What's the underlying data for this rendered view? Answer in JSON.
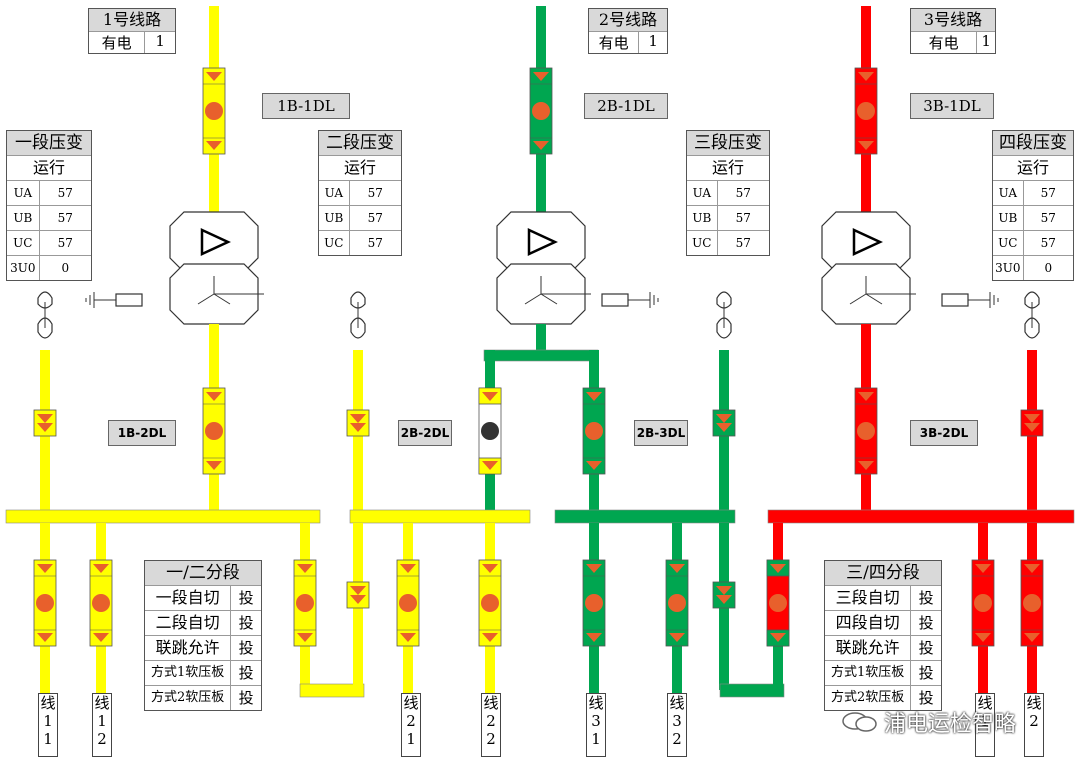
{
  "lines": [
    {
      "name": "1号线路",
      "state": "有电",
      "value": "1"
    },
    {
      "name": "2号线路",
      "state": "有电",
      "value": "1"
    },
    {
      "name": "3号线路",
      "state": "有电",
      "value": "1"
    }
  ],
  "breakers": {
    "b1": "1B-1DL",
    "b2": "2B-1DL",
    "b3": "3B-1DL",
    "l1": "1B-2DL",
    "l2": "2B-2DL",
    "l3": "2B-3DL",
    "l4": "3B-2DL"
  },
  "transformers": [
    {
      "title": "一段压变",
      "status": "运行",
      "rows": [
        {
          "k": "UA",
          "v": "57"
        },
        {
          "k": "UB",
          "v": "57"
        },
        {
          "k": "UC",
          "v": "57"
        },
        {
          "k": "3U0",
          "v": "0"
        }
      ]
    },
    {
      "title": "二段压变",
      "status": "运行",
      "rows": [
        {
          "k": "UA",
          "v": "57"
        },
        {
          "k": "UB",
          "v": "57"
        },
        {
          "k": "UC",
          "v": "57"
        }
      ]
    },
    {
      "title": "三段压变",
      "status": "运行",
      "rows": [
        {
          "k": "UA",
          "v": "57"
        },
        {
          "k": "UB",
          "v": "57"
        },
        {
          "k": "UC",
          "v": "57"
        }
      ]
    },
    {
      "title": "四段压变",
      "status": "运行",
      "rows": [
        {
          "k": "UA",
          "v": "57"
        },
        {
          "k": "UB",
          "v": "57"
        },
        {
          "k": "UC",
          "v": "57"
        },
        {
          "k": "3U0",
          "v": "0"
        }
      ]
    }
  ],
  "sections": [
    {
      "title": "一/二分段",
      "rows": [
        {
          "k": "一段自切",
          "v": "投"
        },
        {
          "k": "二段自切",
          "v": "投"
        },
        {
          "k": "联跳允许",
          "v": "投"
        },
        {
          "k": "方式1软压板",
          "v": "投"
        },
        {
          "k": "方式2软压板",
          "v": "投"
        }
      ]
    },
    {
      "title": "三/四分段",
      "rows": [
        {
          "k": "三段自切",
          "v": "投"
        },
        {
          "k": "四段自切",
          "v": "投"
        },
        {
          "k": "联跳允许",
          "v": "投"
        },
        {
          "k": "方式1软压板",
          "v": "投"
        },
        {
          "k": "方式2软压板",
          "v": "投"
        }
      ]
    }
  ],
  "feeders": [
    {
      "a": "线",
      "b": "1",
      "c": "1"
    },
    {
      "a": "线",
      "b": "1",
      "c": "2"
    },
    {
      "a": "线",
      "b": "2",
      "c": "1"
    },
    {
      "a": "线",
      "b": "2",
      "c": "2"
    },
    {
      "a": "线",
      "b": "3",
      "c": "1"
    },
    {
      "a": "线",
      "b": "3",
      "c": "2"
    },
    {
      "a": "线",
      "b": "1",
      "c": ""
    },
    {
      "a": "线",
      "b": "2",
      "c": ""
    }
  ],
  "watermark": "浦电运检智略",
  "colors": {
    "yellow": "#ffff00",
    "green": "#00a650",
    "red": "#ff0000",
    "breaker_dot": "#e8602c"
  }
}
